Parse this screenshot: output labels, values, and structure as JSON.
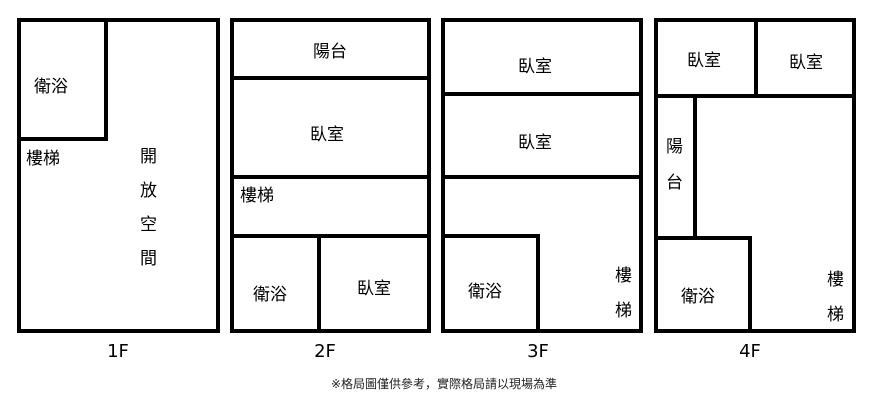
{
  "floors": {
    "f1": {
      "name": "1F",
      "bathroom": "衛浴",
      "stairs": "樓梯",
      "open_space": [
        "開",
        "放",
        "空",
        "間"
      ]
    },
    "f2": {
      "name": "2F",
      "balcony": "陽台",
      "bedroom_a": "臥室",
      "stairs": "樓梯",
      "bathroom": "衛浴",
      "bedroom_b": "臥室"
    },
    "f3": {
      "name": "3F",
      "bedroom_a": "臥室",
      "bedroom_b": "臥室",
      "bathroom": "衛浴",
      "stairs": [
        "樓",
        "梯"
      ]
    },
    "f4": {
      "name": "4F",
      "bedroom_a": "臥室",
      "bedroom_b": "臥室",
      "balcony": [
        "陽",
        "台"
      ],
      "bathroom": "衛浴",
      "stairs": [
        "樓",
        "梯"
      ]
    }
  },
  "footnote": "※格局圖僅供參考，實際格局請以現場為準"
}
